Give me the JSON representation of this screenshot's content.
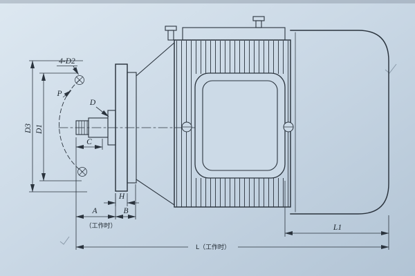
{
  "drawing": {
    "colors": {
      "paper": "#cdd9e6",
      "line": "#2a333d"
    },
    "labels": {
      "bolt_holes": "4-D2",
      "p": "P",
      "d": "D",
      "d3": "D3",
      "d1": "D1",
      "c": "C",
      "h": "H",
      "a": "A",
      "b": "B",
      "working_note": "（工作时）",
      "l1": "L1",
      "l_total": "L（工作时）"
    }
  }
}
